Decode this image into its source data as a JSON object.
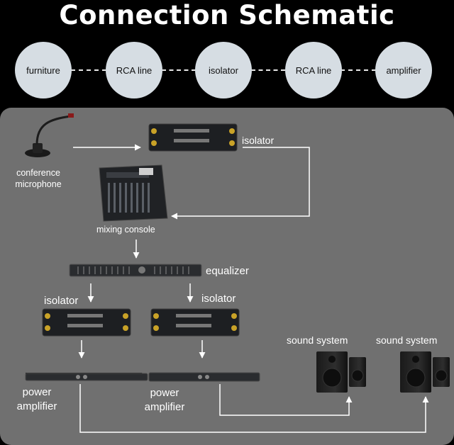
{
  "title": "Connection Schematic",
  "chain": [
    "furniture",
    "RCA line",
    "isolator",
    "RCA line",
    "amplifier"
  ],
  "labels": {
    "mic": "conference\nmicrophone",
    "isolator_top": "isolator",
    "mixer": "mixing console",
    "equalizer": "equalizer",
    "isolator_left": "isolator",
    "isolator_right": "isolator",
    "amp_left": "power\namplifier",
    "amp_right": "power\namplifier",
    "sound_1": "sound system",
    "sound_2": "sound system"
  },
  "colors": {
    "panel": "#707070",
    "circle": "#d6dde3",
    "background": "#000000",
    "arrow": "#ffffff"
  }
}
